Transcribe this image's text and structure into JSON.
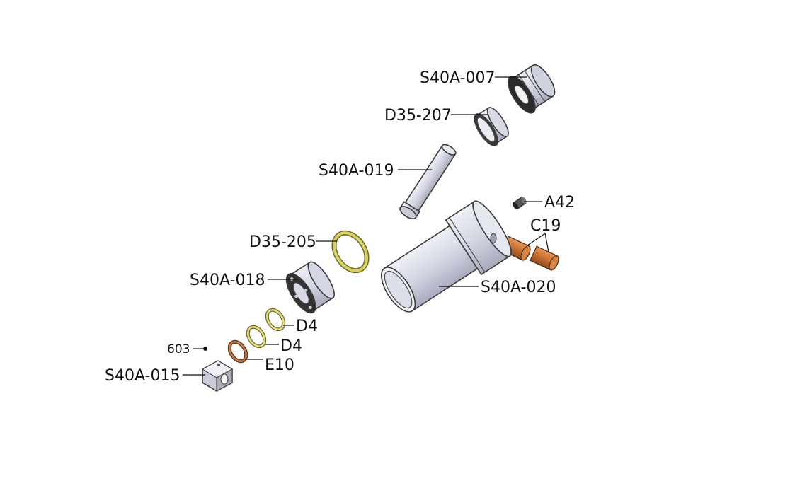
{
  "diagram": {
    "labels": {
      "s40a_007": "S40A-007",
      "d35_207": "D35-207",
      "s40a_019": "S40A-019",
      "a42": "A42",
      "c19": "C19",
      "d35_205": "D35-205",
      "s40a_018": "S40A-018",
      "s40a_020": "S40A-020",
      "d4_upper": "D4",
      "d4_lower": "D4",
      "p603": "603",
      "e10": "E10",
      "s40a_015": "S40A-015"
    },
    "colors": {
      "steel": "#d9dbe6",
      "steel_shade": "#a9acbd",
      "dark": "#2b2b2b",
      "yellow_ring": "#d8cf66",
      "copper": "#c8723a",
      "copper_ring": "#b87044"
    }
  }
}
